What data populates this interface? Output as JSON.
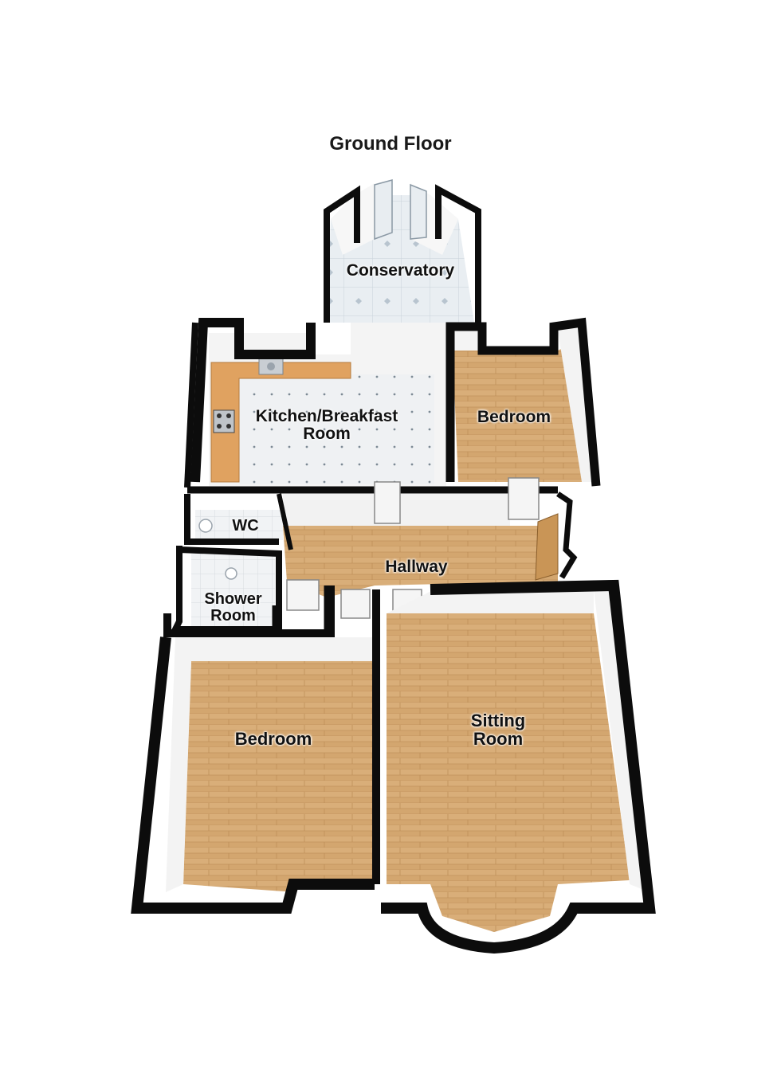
{
  "title": "Ground Floor",
  "rooms": {
    "conservatory": "Conservatory",
    "kitchen_line1": "Kitchen/Breakfast",
    "kitchen_line2": "Room",
    "bedroom_top": "Bedroom",
    "wc": "WC",
    "hallway": "Hallway",
    "shower_line1": "Shower",
    "shower_line2": "Room",
    "bedroom_bottom": "Bedroom",
    "sitting_line1": "Sitting",
    "sitting_line2": "Room"
  },
  "colors": {
    "wall": "#0c0c0c",
    "wood_floor": "#d3a66f",
    "tile_floor": "#eef0f2",
    "worktop": "#e0a260",
    "wall_inner": "#f4f4f4"
  }
}
